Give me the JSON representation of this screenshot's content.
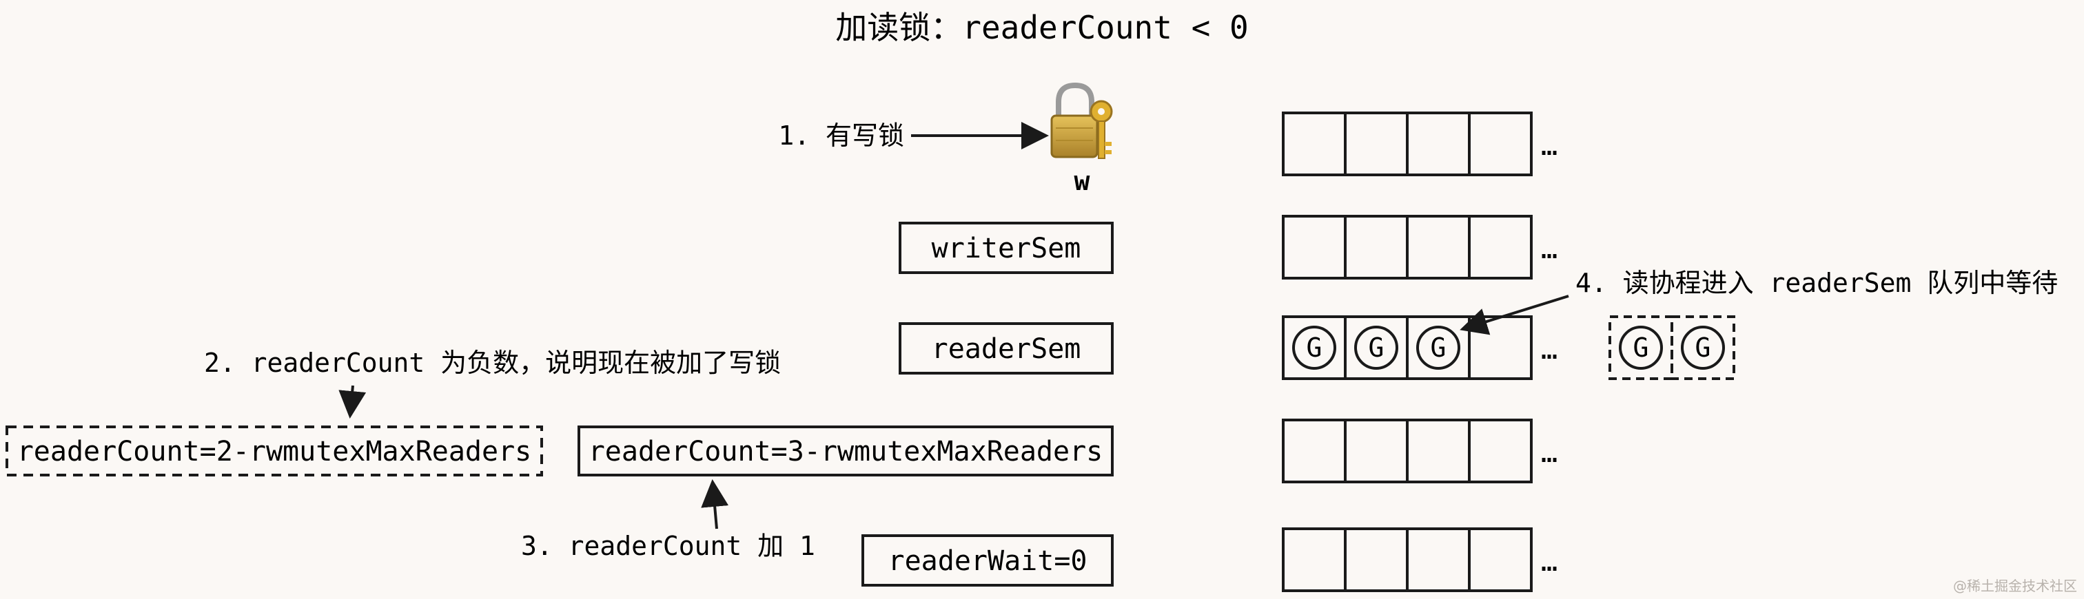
{
  "title": "加读锁：readerCount < 0",
  "lock": {
    "icon": "lock-with-key-icon",
    "label": "w"
  },
  "boxes": {
    "writer_sem": "writerSem",
    "reader_sem": "readerSem",
    "reader_count_old": "readerCount=2-rwmutexMaxReaders",
    "reader_count_new": "readerCount=3-rwmutexMaxReaders",
    "reader_wait": "readerWait=0"
  },
  "annotations": {
    "step1": "1. 有写锁",
    "step2": "2. readerCount 为负数，说明现在被加了写锁",
    "step3": "3. readerCount 加 1",
    "step4": "4. 读协程进入 readerSem 队列中等待"
  },
  "queues": {
    "ellipsis": "…",
    "goroutine_label": "G",
    "reader_sem_filled": 3,
    "cells_per_queue": 4,
    "waiting_goroutines": 2
  },
  "watermark": "@稀土掘金技术社区",
  "colors": {
    "background": "#fbf8f5",
    "ink": "#1a1a1a",
    "lock_body": "#c9a23a",
    "key": "#e0b030"
  }
}
